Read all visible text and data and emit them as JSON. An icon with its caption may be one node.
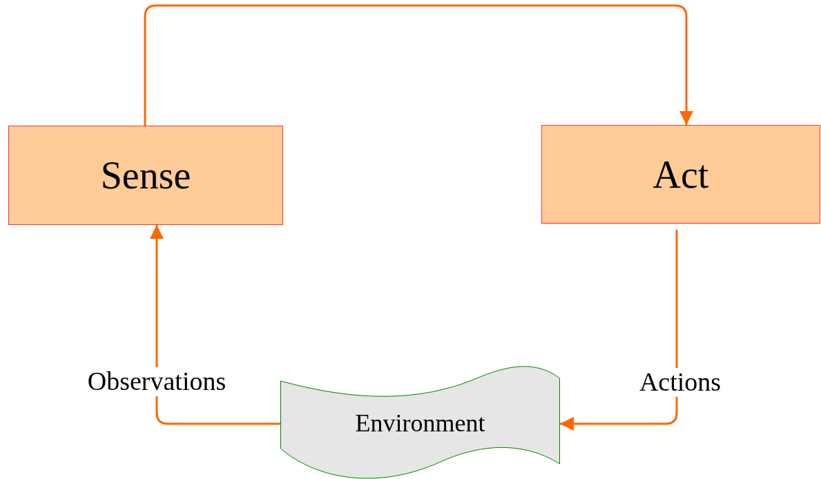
{
  "diagram": {
    "nodes": [
      {
        "text": [
          "Sense"
        ]
      },
      {
        "text": [
          "Act"
        ]
      },
      {
        "text": [
          "Environment"
        ]
      }
    ],
    "edges": [
      {
        "from": 0,
        "to": 1,
        "arrow": "to"
      },
      {
        "from": 1,
        "to": 2,
        "arrow": "to",
        "label": "Actions"
      },
      {
        "from": 2,
        "to": 0,
        "arrow": "to",
        "label": "Observations"
      }
    ]
  }
}
